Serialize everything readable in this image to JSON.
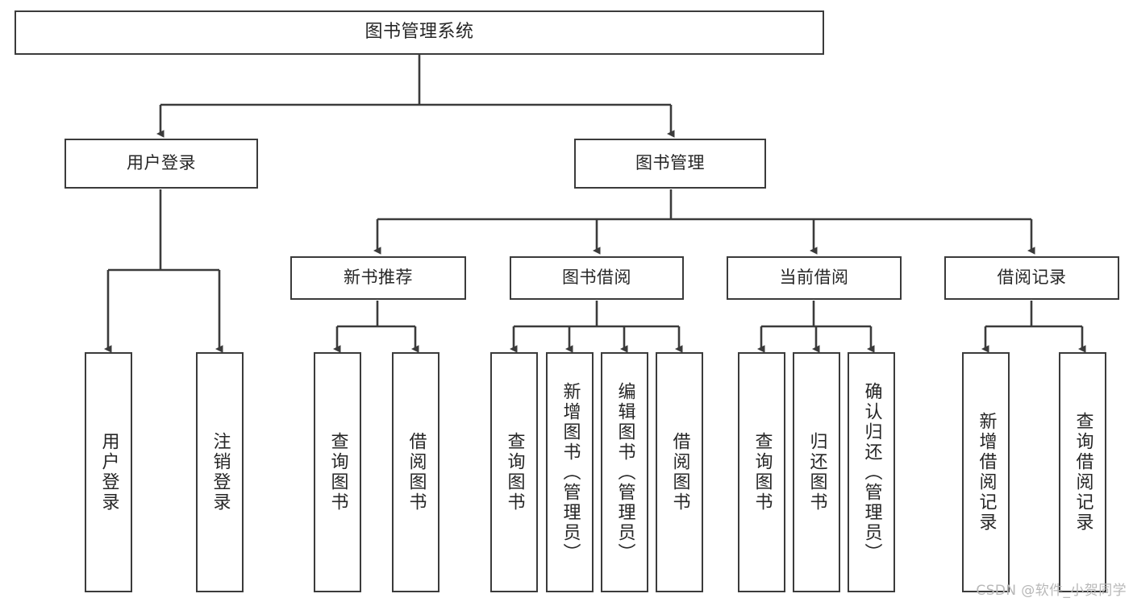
{
  "diagram": {
    "title": "图书管理系统",
    "type": "tree",
    "colors": {
      "box_border": "#3b3b3b",
      "box_fill": "#ffffff",
      "connector": "#3b3b3b",
      "text": "#262626",
      "watermark": "#b8b8b8",
      "background": "#ffffff"
    },
    "watermark": "CSDN @软件_小贺同学"
  },
  "nodes": {
    "root": {
      "label": "图书管理系统"
    },
    "level2": [
      {
        "label": "用户登录"
      },
      {
        "label": "图书管理"
      }
    ],
    "level3": [
      {
        "label": "新书推荐"
      },
      {
        "label": "图书借阅"
      },
      {
        "label": "当前借阅"
      },
      {
        "label": "借阅记录"
      }
    ],
    "leaves": {
      "user_login": [
        {
          "label": "用户登录"
        },
        {
          "label": "注销登录"
        }
      ],
      "new_book_recommend": [
        {
          "label": "查询图书"
        },
        {
          "label": "借阅图书"
        }
      ],
      "book_borrow": [
        {
          "label": "查询图书"
        },
        {
          "label": "新增图书（管理员）"
        },
        {
          "label": "编辑图书（管理员）"
        },
        {
          "label": "借阅图书"
        }
      ],
      "current_borrow": [
        {
          "label": "查询图书"
        },
        {
          "label": "归还图书"
        },
        {
          "label": "确认归还（管理员）"
        }
      ],
      "borrow_record": [
        {
          "label": "新增借阅记录"
        },
        {
          "label": "查询借阅记录"
        }
      ]
    }
  }
}
